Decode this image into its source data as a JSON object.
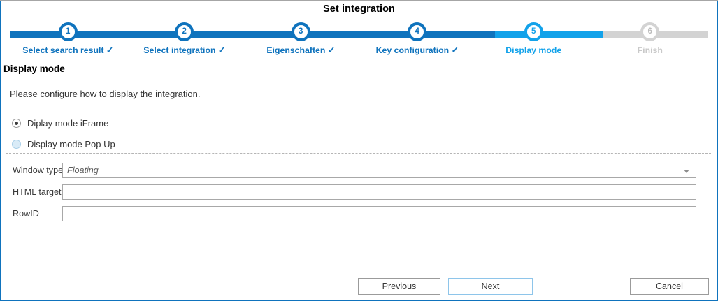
{
  "wizard": {
    "title": "Set integration",
    "stepper": {
      "steps": [
        {
          "number": "1",
          "label": "Select search result ✓",
          "state": "done"
        },
        {
          "number": "2",
          "label": "Select integration ✓",
          "state": "done"
        },
        {
          "number": "3",
          "label": "Eigenschaften ✓",
          "state": "done"
        },
        {
          "number": "4",
          "label": "Key configuration ✓",
          "state": "done"
        },
        {
          "number": "5",
          "label": "Display mode",
          "state": "current"
        },
        {
          "number": "6",
          "label": "Finish",
          "state": "inactive"
        }
      ],
      "colors": {
        "done": "#0f73bd",
        "current": "#12a2ea",
        "inactive": "#d3d3d3"
      }
    },
    "section": {
      "heading": "Display mode",
      "intro": "Please configure how to display the integration."
    },
    "radios": [
      {
        "label": "Diplay mode iFrame",
        "selected": true
      },
      {
        "label": "Display mode Pop Up",
        "selected": false
      }
    ],
    "form": {
      "rows": [
        {
          "label": "Window type",
          "type": "select",
          "value": "Floating",
          "placeholder": ""
        },
        {
          "label": "HTML target",
          "type": "text",
          "value": "",
          "placeholder": ""
        },
        {
          "label": "RowID",
          "type": "text",
          "value": "",
          "placeholder": ""
        }
      ],
      "dropdown_icon": "caret-down-icon"
    },
    "footer": {
      "previous_label": "Previous",
      "next_label": "Next",
      "cancel_label": "Cancel"
    }
  }
}
